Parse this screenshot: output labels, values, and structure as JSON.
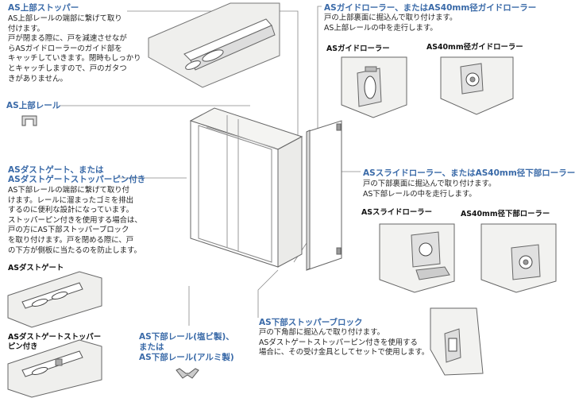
{
  "stopper_top": {
    "title": "AS上部ストッパー",
    "lines": [
      "AS上部レールの端部に繋げて取り",
      "付けます。",
      "戸が閉まる際に、戸を減速させなが",
      "らASガイドローラーのガイド部を",
      "キャッチしていきます。閉時もしっかり",
      "とキャッチしますので、戸のガタつ",
      "きがありません。"
    ]
  },
  "rail_top": {
    "title": "AS上部レール"
  },
  "dust_gate": {
    "title1": "ASダストゲート、または",
    "title2": "ASダストゲートストッパーピン付き",
    "lines": [
      "AS下部レールの端部に繋げて取り付",
      "けます。レールに溜まったゴミを排出",
      "するのに便利な設計になっています。",
      "ストッパーピン付きを使用する場合は、",
      "戸の方にAS下部ストッパーブロック",
      "を取り付けます。戸を閉める際に、戸",
      "の下方が側板に当たるのを防止します。"
    ],
    "sub1": "ASダストゲート",
    "sub2a": "ASダストゲートストッパー",
    "sub2b": "ピン付き"
  },
  "rail_bottom": {
    "line1": "AS下部レール(塩ビ製)、",
    "line2": "または",
    "line3": "AS下部レール(アルミ製)"
  },
  "guide_roller": {
    "title": "ASガイドローラー、またはAS40mm径ガイドローラー",
    "lines": [
      "戸の上部裏面に掘込んで取り付けます。",
      "AS上部レールの中を走行します。"
    ],
    "sub1": "ASガイドローラー",
    "sub2": "AS40mm径ガイドローラー"
  },
  "slide_roller": {
    "title": "ASスライドローラー、またはAS40mm径下部ローラー",
    "lines": [
      "戸の下部裏面に掘込んで取り付けます。",
      "AS下部レールの中を走行します。"
    ],
    "sub1": "ASスライドローラー",
    "sub2": "AS40mm径下部ローラー"
  },
  "stopper_block": {
    "title": "AS下部ストッパーブロック",
    "lines": [
      "戸の下角部に掘込んで取り付けます。",
      "ASダストゲートストッパーピン付きを使用する",
      "場合に、その受け金具としてセットで使用します。"
    ]
  },
  "colors": {
    "accent": "#3a6aa8",
    "line": "#777777",
    "panel": "#f0f0ee"
  }
}
